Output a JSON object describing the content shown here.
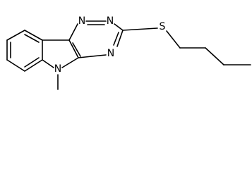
{
  "molecule": {
    "atoms": {
      "n1": "N",
      "n2": "N",
      "n4": "N",
      "s": "S",
      "n_indole": "N"
    }
  },
  "colors": {
    "bond": "#000000",
    "background": "#ffffff"
  }
}
